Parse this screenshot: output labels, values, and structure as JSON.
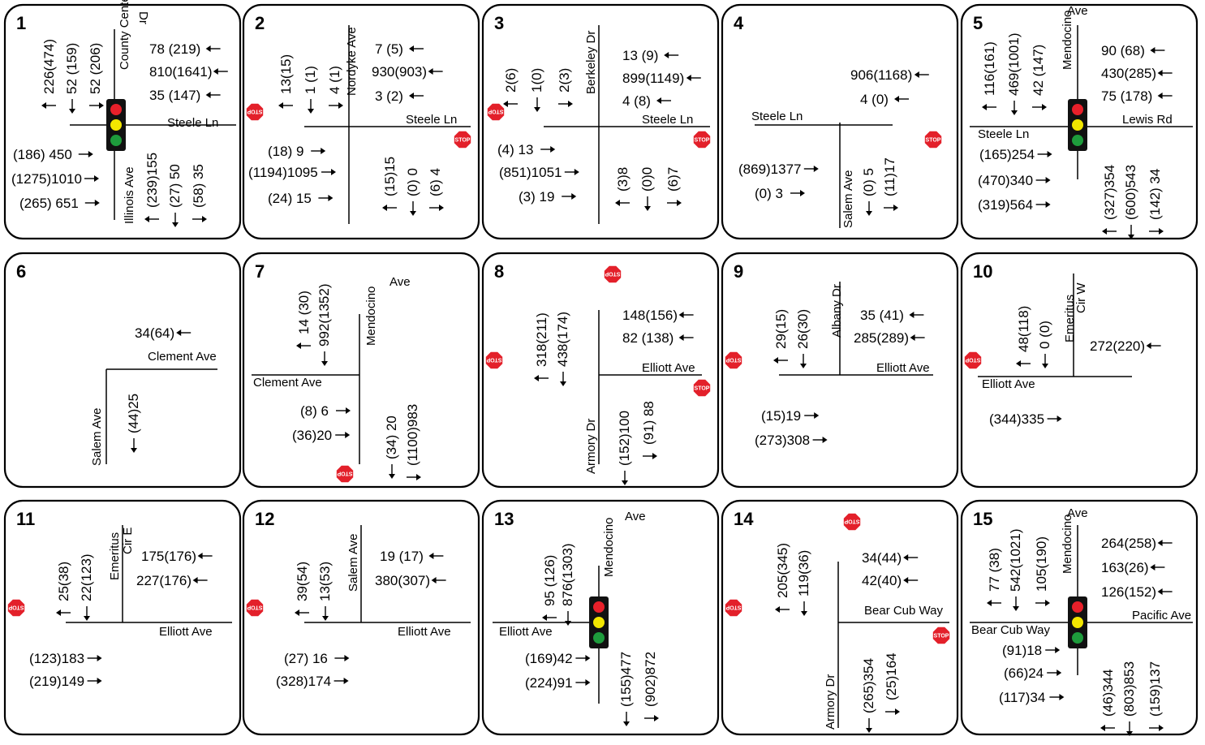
{
  "panels": [
    {
      "id": "1",
      "streets": [
        "County Center",
        "Dr",
        "Steele Ln",
        "Illinois Ave"
      ],
      "volumes": [
        "226(474)",
        "52 (159)",
        "52 (206)",
        "78 (219)",
        "810(1641)",
        "35 (147)",
        "(186) 450",
        "(1275)1010",
        "(265) 651",
        "(239)155",
        "(27) 50",
        "(58) 35"
      ],
      "control": "signal"
    },
    {
      "id": "2",
      "streets": [
        "Nordyke Ave",
        "Steele Ln"
      ],
      "volumes": [
        "13(15)",
        "1 (1)",
        "4 (1)",
        "7 (5)",
        "930(903)",
        "3 (2)",
        "(18) 9",
        "(1194)1095",
        "(24) 15",
        "(15)15",
        "(0) 0",
        "(6) 4"
      ],
      "control": "stop"
    },
    {
      "id": "3",
      "streets": [
        "Berkeley Dr",
        "Steele Ln"
      ],
      "volumes": [
        "2(6)",
        "1(0)",
        "2(3)",
        "13 (9)",
        "899(1149)",
        "4 (8)",
        "(4) 13",
        "(851)1051",
        "(3) 19",
        "(3)8",
        "(0)0",
        "(6)7"
      ],
      "control": "stop"
    },
    {
      "id": "4",
      "streets": [
        "Steele Ln",
        "Salem Ave"
      ],
      "volumes": [
        "906(1168)",
        "4 (0)",
        "(869)1377",
        "(0) 3",
        "(0) 5",
        "(11)17"
      ],
      "control": "stop"
    },
    {
      "id": "5",
      "streets": [
        "Mendocino",
        "Ave",
        "Steele Ln",
        "Lewis Rd"
      ],
      "volumes": [
        "116(161)",
        "469(1001)",
        "42 (147)",
        "90 (68)",
        "430(285)",
        "75 (178)",
        "(165)254",
        "(470)340",
        "(319)564",
        "(327)354",
        "(600)543",
        "(142) 34"
      ],
      "control": "signal"
    },
    {
      "id": "6",
      "streets": [
        "Clement Ave",
        "Salem Ave"
      ],
      "volumes": [
        "34(64)",
        "(44)25"
      ],
      "control": "none"
    },
    {
      "id": "7",
      "streets": [
        "Mendocino",
        "Ave",
        "Clement Ave"
      ],
      "volumes": [
        "14 (30)",
        "992(1352)",
        "(8) 6",
        "(36)20",
        "(34) 20",
        "(1100)983"
      ],
      "control": "stop"
    },
    {
      "id": "8",
      "streets": [
        "Elliott Ave",
        "Armory Dr"
      ],
      "volumes": [
        "318(211)",
        "438(174)",
        "148(156)",
        "82 (138)",
        "(152)100",
        "(91) 88"
      ],
      "control": "stop"
    },
    {
      "id": "9",
      "streets": [
        "Albany Dr",
        "Elliott Ave"
      ],
      "volumes": [
        "29(15)",
        "26(30)",
        "35 (41)",
        "285(289)",
        "(15)19",
        "(273)308"
      ],
      "control": "stop"
    },
    {
      "id": "10",
      "streets": [
        "Emeritus",
        "Cir W",
        "Elliott Ave"
      ],
      "volumes": [
        "48(118)",
        "0 (0)",
        "272(220)",
        "(344)335"
      ],
      "control": "stop"
    },
    {
      "id": "11",
      "streets": [
        "Emeritus",
        "Cir E",
        "Elliott Ave"
      ],
      "volumes": [
        "25(38)",
        "22(123)",
        "175(176)",
        "227(176)",
        "(123)183",
        "(219)149"
      ],
      "control": "stop"
    },
    {
      "id": "12",
      "streets": [
        "Salem Ave",
        "Elliott Ave"
      ],
      "volumes": [
        "39(54)",
        "13(53)",
        "19 (17)",
        "380(307)",
        "(27) 16",
        "(328)174"
      ],
      "control": "stop"
    },
    {
      "id": "13",
      "streets": [
        "Mendocino",
        "Ave",
        "Elliott Ave"
      ],
      "volumes": [
        "95 (126)",
        "876(1303)",
        "(169)42",
        "(224)91",
        "(155)477",
        "(902)872"
      ],
      "control": "signal"
    },
    {
      "id": "14",
      "streets": [
        "Bear Cub Way",
        "Armory Dr"
      ],
      "volumes": [
        "205(345)",
        "119(36)",
        "34(44)",
        "42(40)",
        "(265)354",
        "(25)164"
      ],
      "control": "stop"
    },
    {
      "id": "15",
      "streets": [
        "Mendocino",
        "Ave",
        "Pacific Ave",
        "Bear Cub Way"
      ],
      "volumes": [
        "77 (38)",
        "542(1021)",
        "105(190)",
        "264(258)",
        "163(26)",
        "126(152)",
        "(91)18",
        "(66)24",
        "(117)34",
        "(46)344",
        "(803)853",
        "(159)137"
      ],
      "control": "signal"
    }
  ],
  "sign_text": "STOP",
  "colors": {
    "signal_red": "#e8202a",
    "signal_yellow": "#f2e600",
    "signal_green": "#1e9c3c",
    "stop_red": "#e3202a",
    "stroke": "#000000"
  }
}
